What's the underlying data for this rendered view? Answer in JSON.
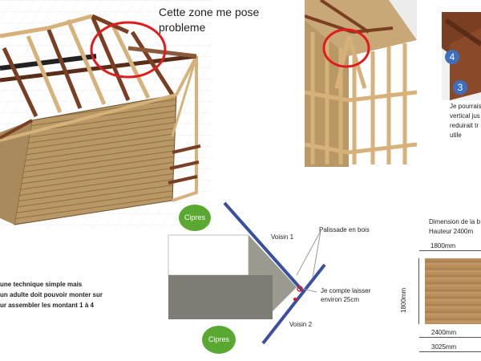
{
  "main_render": {
    "annotation": "Cette zone me pose problème",
    "annotation_line1": "Cette zone me pose",
    "annotation_line2": "probleme"
  },
  "detail_render": {
    "label_4": "4",
    "label_3": "3",
    "note_line1": "Je pourrais",
    "note_line2": "vertical jus",
    "note_line3": "reduirait tr",
    "note_line4": "utile"
  },
  "left_note": {
    "line1": "une technique simple mais",
    "line2": "un adulte doit pouvoir monter sur",
    "line3": "ur assembler les montant 1 à 4"
  },
  "plan": {
    "cipres_top": "Cipres",
    "cipres_bottom": "Cipres",
    "voisin1": "Voisin 1",
    "voisin2": "Voisin 2",
    "palissade": "Palissade en bois",
    "gap_line1": "Je compte laisser",
    "gap_line2": "environ 25cm"
  },
  "dimensions": {
    "title": "Dimension de la b",
    "height": "Hauteur 2400m",
    "top": "1800mm",
    "side": "1800mm",
    "bottom1": "2400mm",
    "bottom2": "3025mm"
  },
  "colors": {
    "wood_light": "#d6b27a",
    "wood_dark": "#7a3f23",
    "red_circle": "#e01b1b",
    "fence_blue": "#3a4fa0",
    "cypress_green": "#5aa832",
    "shed_gray": "#7d7d75"
  }
}
